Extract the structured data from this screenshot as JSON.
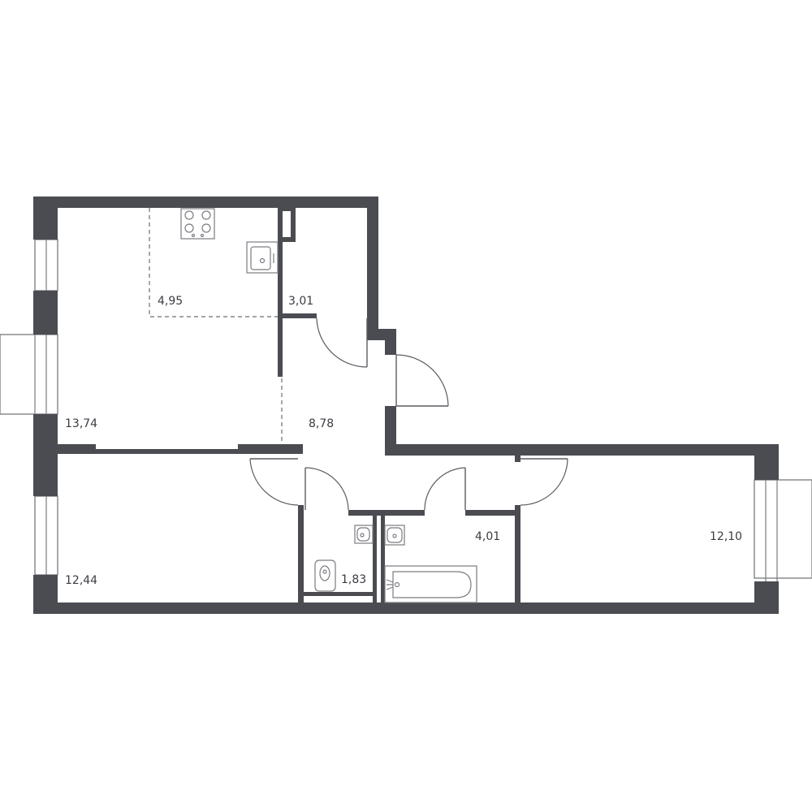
{
  "plan": {
    "wall_color": "#4a4c52",
    "background_color": "#ffffff",
    "rooms": {
      "kitchen_zone": {
        "area": "4,95"
      },
      "storage": {
        "area": "3,01"
      },
      "living_room": {
        "area": "13,74"
      },
      "hallway": {
        "area": "8,78"
      },
      "bedroom_left": {
        "area": "12,44"
      },
      "toilet": {
        "area": "1,83"
      },
      "bathroom": {
        "area": "4,01"
      },
      "bedroom_right": {
        "area": "12,10"
      }
    },
    "fixtures": [
      "stove-icon",
      "kitchen-sink-icon",
      "washbasin-icon",
      "toilet-icon",
      "bathtub-icon"
    ]
  }
}
